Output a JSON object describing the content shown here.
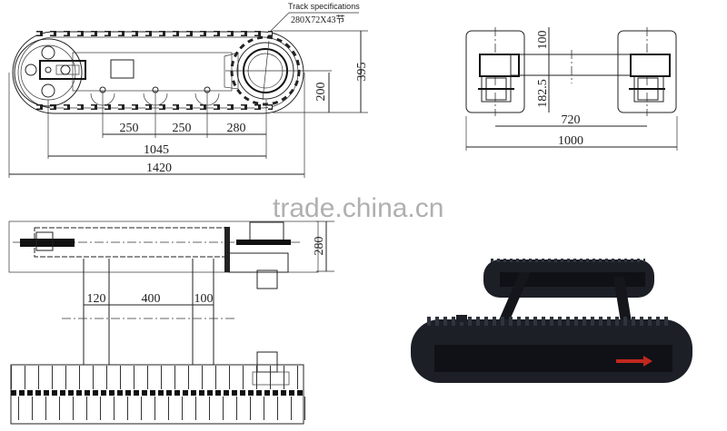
{
  "watermark": "trade.china.cn",
  "side_view": {
    "spec_label": "Track specifications",
    "spec_value": "280X72X43节",
    "dims": {
      "roller_spacing_1": "250",
      "roller_spacing_2": "250",
      "roller_to_sprocket": "280",
      "wheel_center_distance": "1045",
      "overall_length": "1420",
      "sprocket_height": "200",
      "overall_height": "395"
    }
  },
  "front_view": {
    "dims": {
      "upper_height": "100",
      "lower_height": "182.5",
      "track_center_width": "720",
      "overall_width": "1000"
    }
  },
  "top_view": {
    "dims": {
      "track_width": "280",
      "offset_left": "120",
      "beam_spacing": "400",
      "offset_right": "100"
    }
  },
  "photo": {
    "description": "Black rubber track undercarriage photo",
    "arrow_color": "#c0281e",
    "track_color": "#1c1f26"
  }
}
